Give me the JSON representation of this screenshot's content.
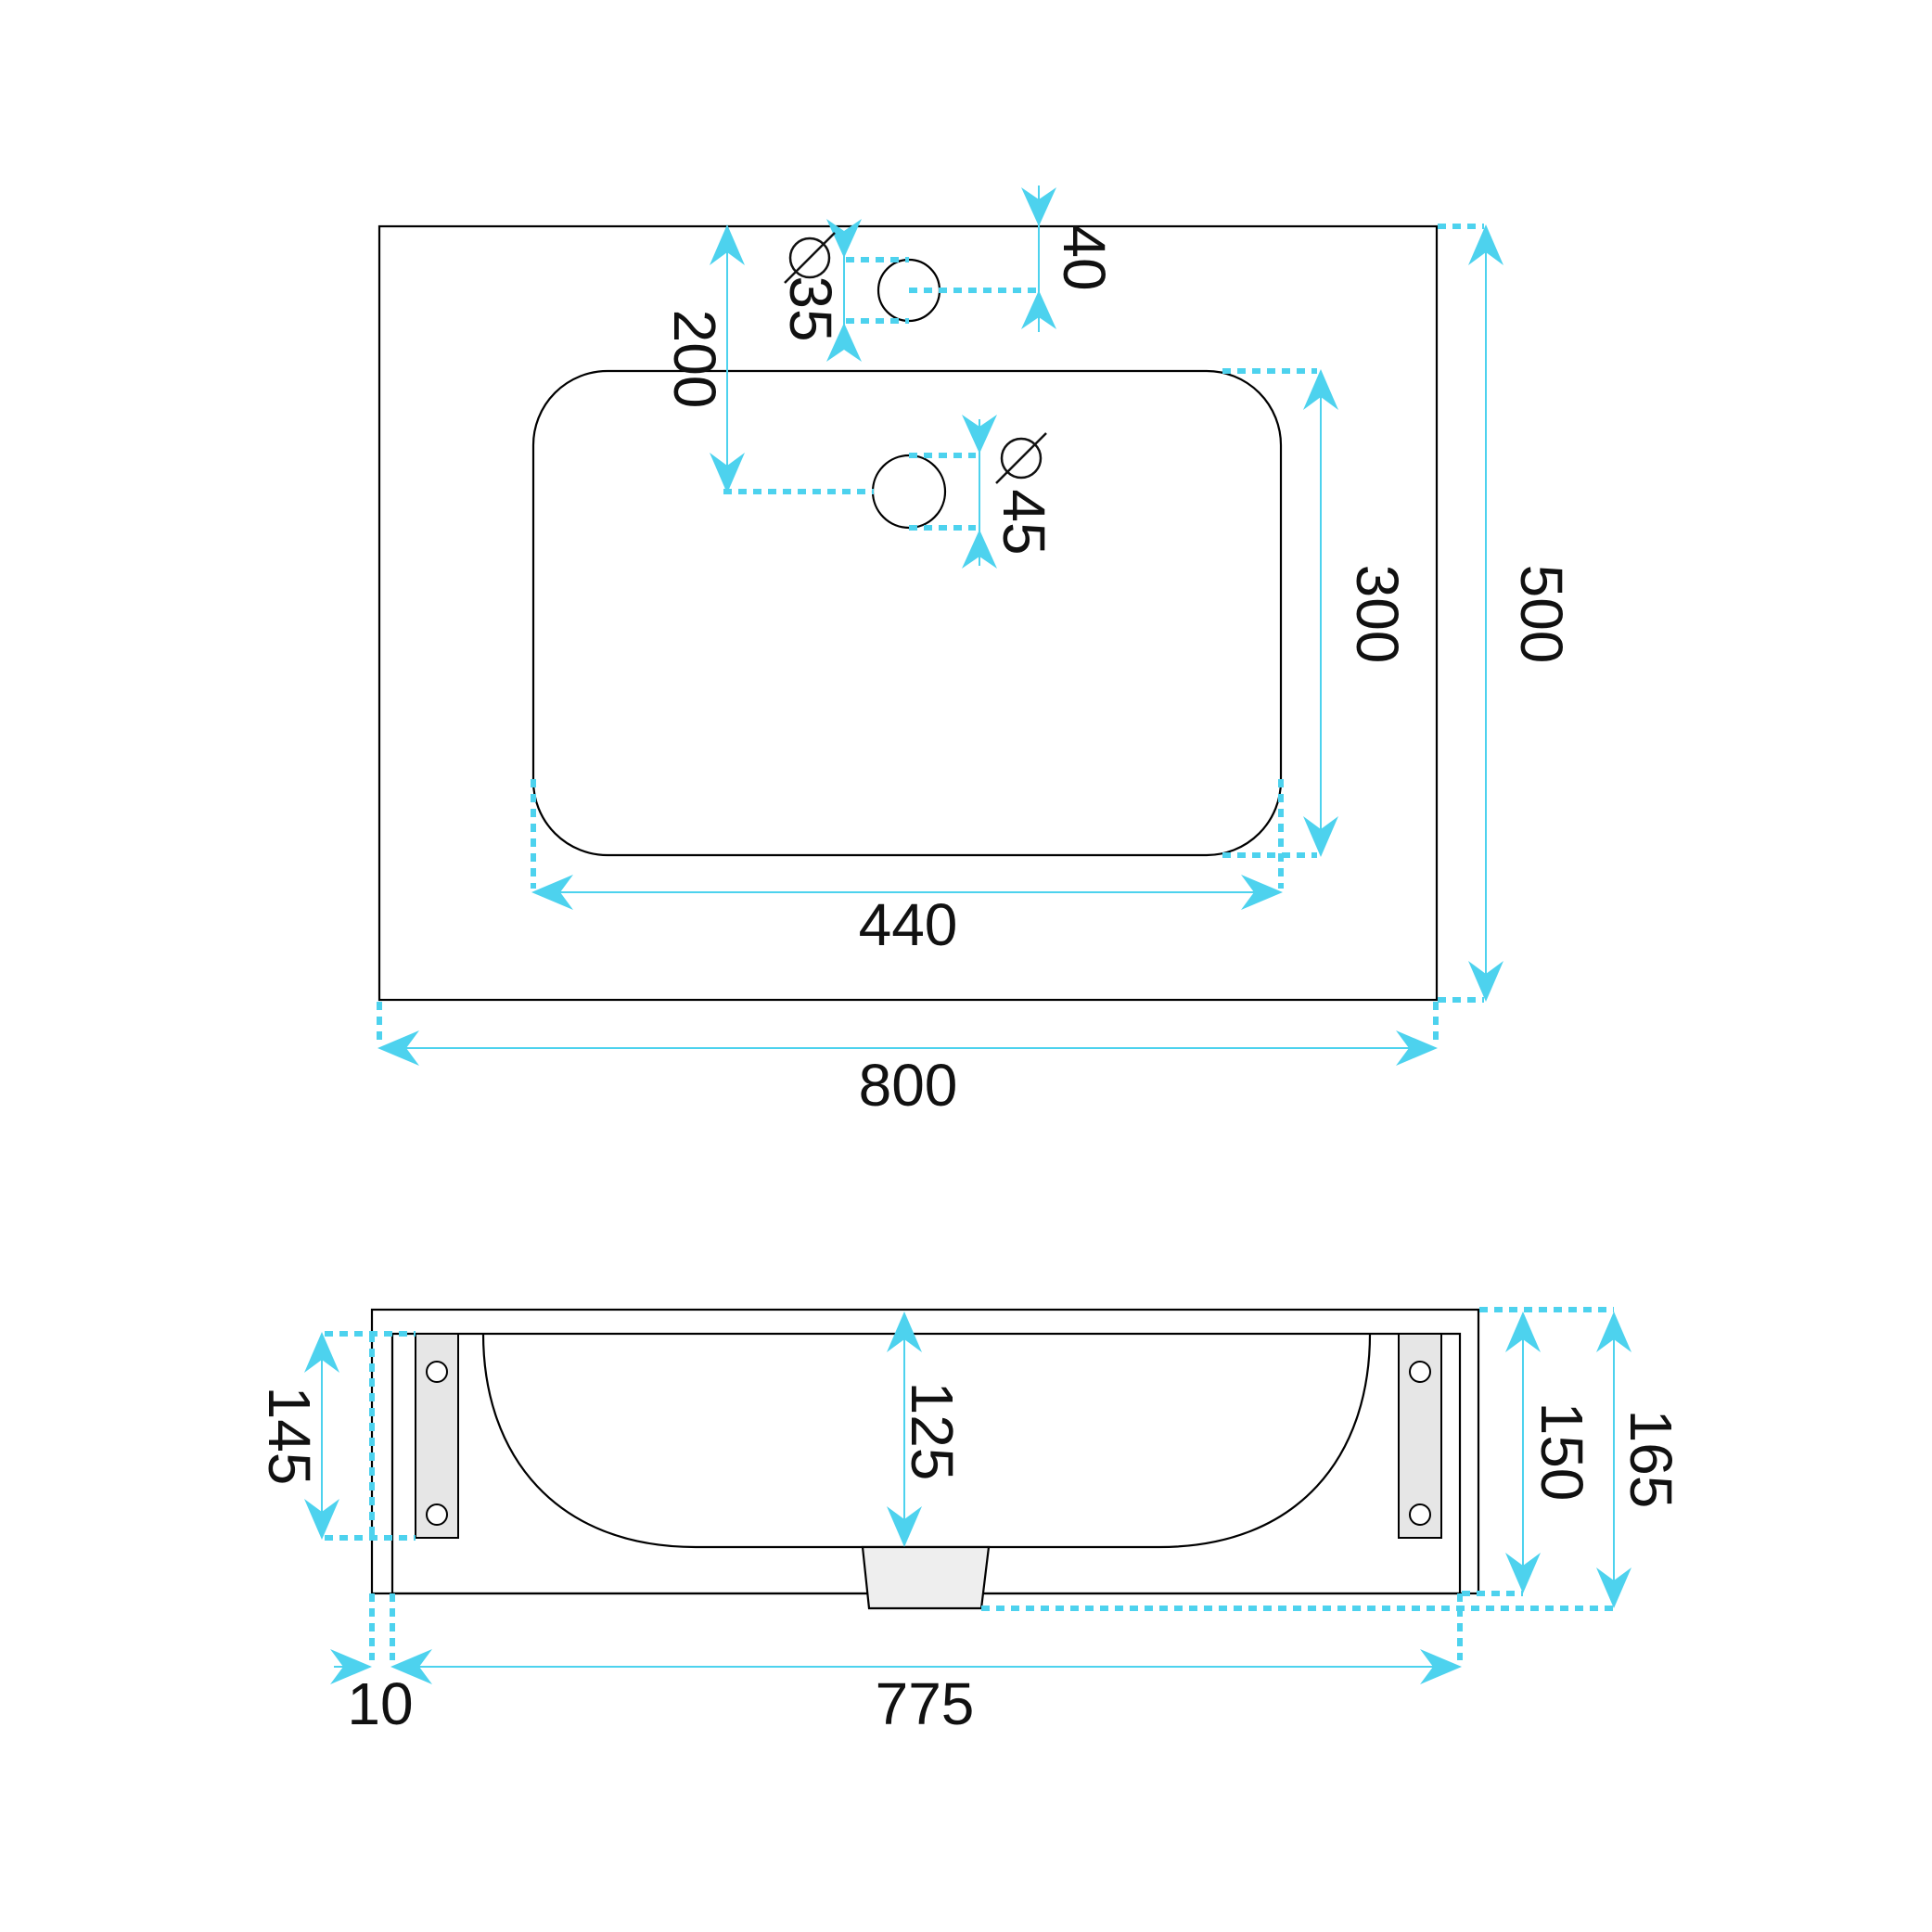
{
  "dimensions": {
    "overall_width": "800",
    "overall_depth": "500",
    "basin_width": "440",
    "basin_depth": "300",
    "tap_hole_offset": "200",
    "tap_hole_diameter": "35",
    "tap_hole_top_margin": "40",
    "drain_diameter": "45",
    "profile_width": "775",
    "profile_margin": "10",
    "basin_height": "125",
    "bracket_height": "145",
    "body_height": "150",
    "total_height": "165"
  },
  "colors": {
    "dimension": "#4dd2ee",
    "outline": "#000000",
    "bracket": "#e6e6e6"
  }
}
